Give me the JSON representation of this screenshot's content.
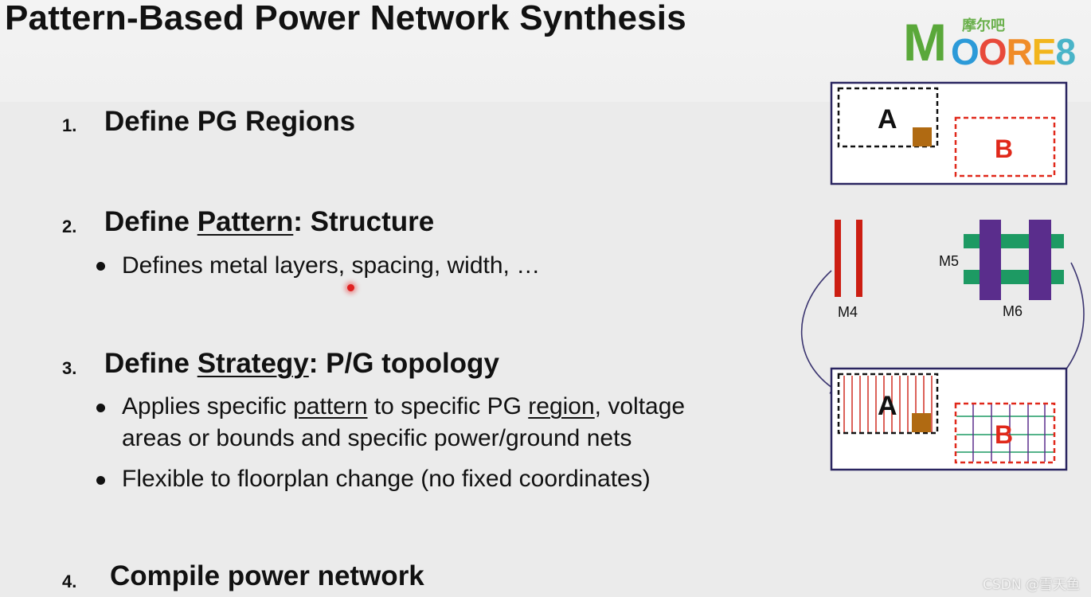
{
  "title": "Pattern-Based Power Network Synthesis",
  "logo": {
    "chinese": "摩尔吧",
    "letter_m": "M",
    "letters_rest": [
      "O",
      "O",
      "R",
      "E",
      "8"
    ]
  },
  "steps": [
    {
      "number": "1.",
      "heading": "Define PG Regions"
    },
    {
      "number": "2.",
      "heading_parts": [
        "Define ",
        "Pattern",
        ": Structure"
      ],
      "bullets": [
        "Defines metal layers, spacing, width, …"
      ]
    },
    {
      "number": "3.",
      "heading_parts": [
        "Define ",
        "Strategy",
        ": P/G topology"
      ],
      "bullets": [
        {
          "line1_parts": [
            "Applies specific ",
            "pattern",
            " to specific PG ",
            "region",
            ", voltage"
          ],
          "line2": "areas or bounds and specific power/ground nets"
        },
        "Flexible to floorplan change (no fixed coordinates)"
      ]
    },
    {
      "number": "4.",
      "heading": "Compile power network"
    }
  ],
  "diagram": {
    "region_a": "A",
    "region_b": "B",
    "layer_m4": "M4",
    "layer_m5": "M5",
    "layer_m6": "M6",
    "colors": {
      "frame": "#2a2560",
      "red": "#cc1e12",
      "brown": "#b06a12",
      "green": "#1d9a63",
      "purple": "#5a2d8c",
      "arrow": "#3b3570"
    }
  },
  "watermark": "CSDN @雪天鱼"
}
